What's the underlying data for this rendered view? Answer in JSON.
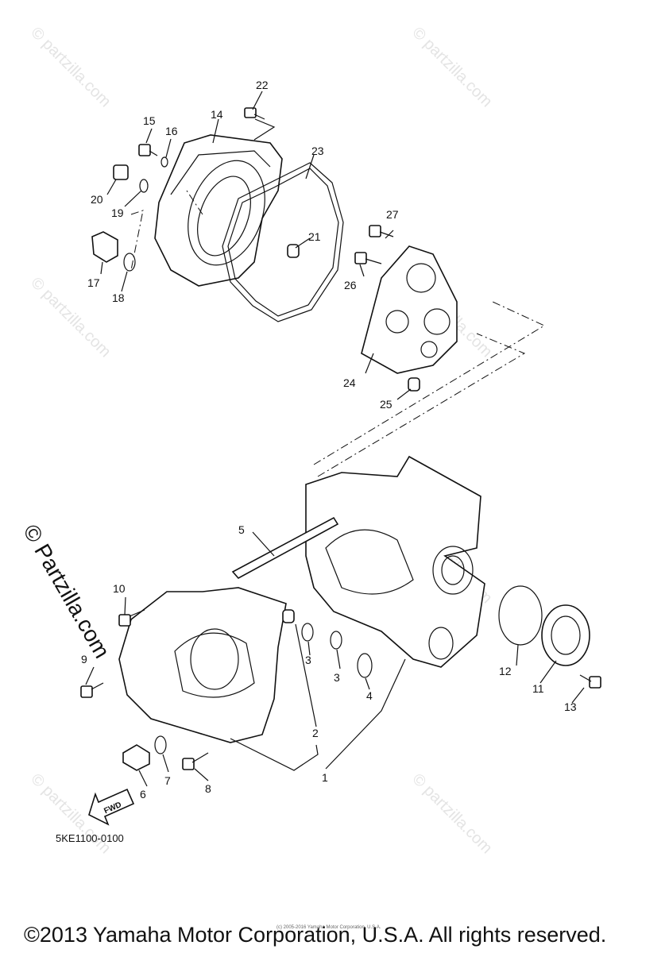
{
  "watermark": {
    "text": "© partzilla.com",
    "large_text": "© Partzilla.com"
  },
  "callouts": [
    {
      "num": "1"
    },
    {
      "num": "2"
    },
    {
      "num": "3"
    },
    {
      "num": "3"
    },
    {
      "num": "4"
    },
    {
      "num": "5"
    },
    {
      "num": "6"
    },
    {
      "num": "7"
    },
    {
      "num": "8"
    },
    {
      "num": "9"
    },
    {
      "num": "10"
    },
    {
      "num": "11"
    },
    {
      "num": "12"
    },
    {
      "num": "13"
    },
    {
      "num": "14"
    },
    {
      "num": "15"
    },
    {
      "num": "16"
    },
    {
      "num": "17"
    },
    {
      "num": "18"
    },
    {
      "num": "19"
    },
    {
      "num": "20"
    },
    {
      "num": "21"
    },
    {
      "num": "22"
    },
    {
      "num": "23"
    },
    {
      "num": "24"
    },
    {
      "num": "25"
    },
    {
      "num": "26"
    },
    {
      "num": "27"
    }
  ],
  "fwd_label": "FWD",
  "diagram_code": "5KE1100-0100",
  "small_credit": "(c) 2005-2016 Yamaha Motor Corporation, U.S.A.",
  "copyright": "©2013 Yamaha Motor Corporation, U.S.A. All rights reserved."
}
